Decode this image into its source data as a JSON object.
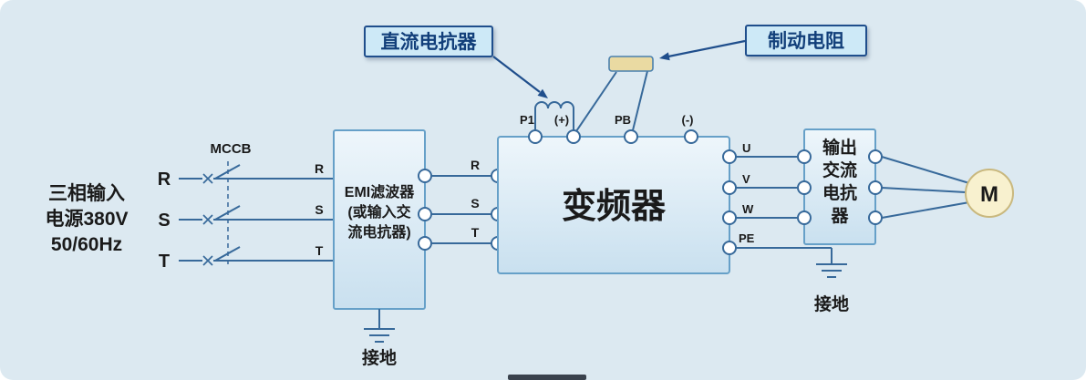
{
  "colors": {
    "background": "#dce9f1",
    "wire": "#37699a",
    "box_border": "#66a0c8",
    "box_fill_top": "#eef6fb",
    "box_fill_bottom": "#c9e0ef",
    "terminal_fill": "#ffffff",
    "label_box_fill": "#cde9f7",
    "label_box_border": "#1f4e8c",
    "label_text": "#123f7a",
    "resistor_fill": "#eadaa2",
    "resistor_border": "#4a80ad",
    "motor_fill": "#f8f1cf",
    "motor_border": "#c9b87e",
    "text": "#1a1a1a"
  },
  "source": {
    "line1": "三相输入",
    "line2": "电源380V",
    "line3": "50/60Hz"
  },
  "breaker": {
    "label": "MCCB"
  },
  "phases": {
    "r": "R",
    "s": "S",
    "t": "T"
  },
  "emi": {
    "line1": "EMI滤波器",
    "line2": "(或输入交",
    "line3": "流电抗器)",
    "in_r": "R",
    "in_s": "S",
    "in_t": "T"
  },
  "inverter": {
    "name": "变频器",
    "in_r": "R",
    "in_s": "S",
    "in_t": "T",
    "top_terminals": {
      "p1": "P1",
      "plus": "(+)",
      "pb": "PB",
      "minus": "(-)"
    },
    "output_terminals": {
      "u": "U",
      "v": "V",
      "w": "W",
      "pe": "PE"
    }
  },
  "callouts": {
    "dc_reactor": "直流电抗器",
    "brake_resistor": "制动电阻"
  },
  "reactor": {
    "line1": "输出",
    "line2": "交流",
    "line3": "电抗",
    "line4": "器"
  },
  "motor": {
    "label": "M"
  },
  "ground_left": "接地",
  "ground_right": "接地"
}
